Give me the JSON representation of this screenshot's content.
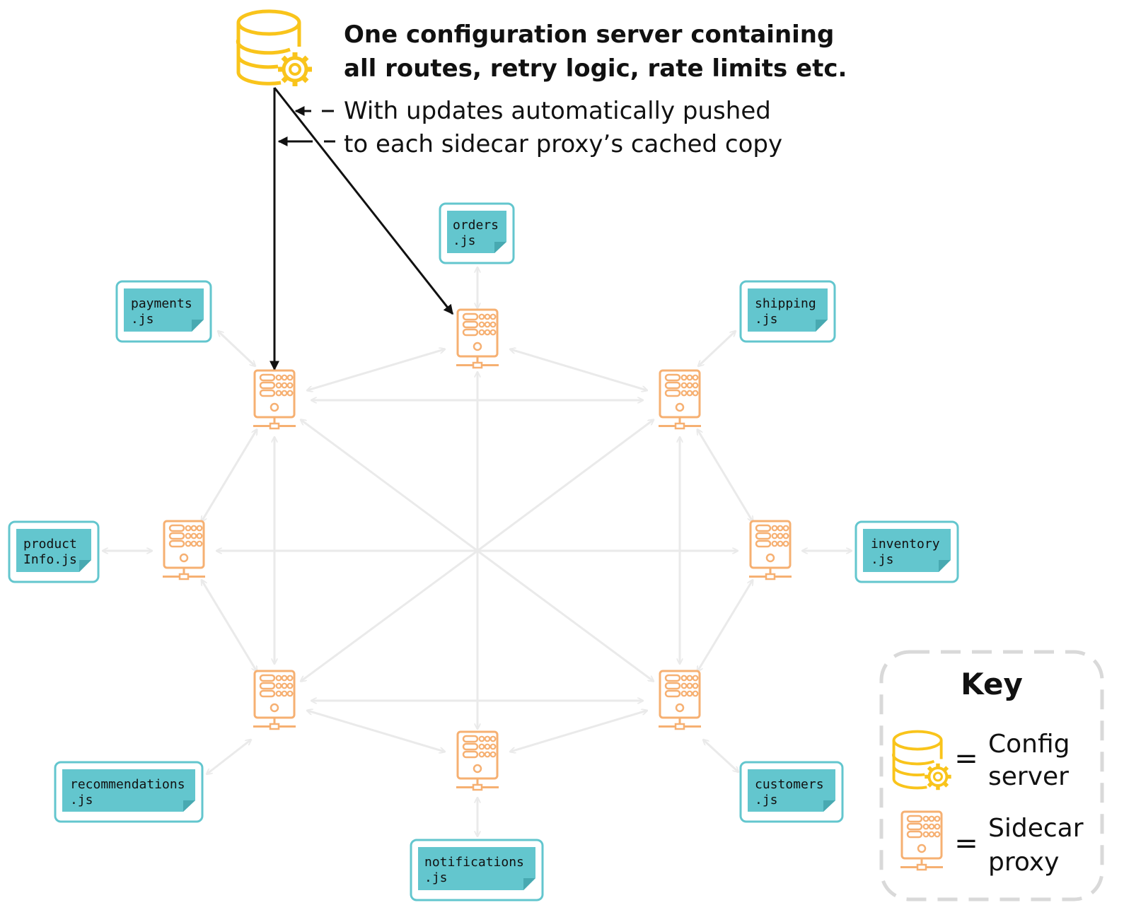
{
  "header": {
    "title_lines": [
      "One configuration server containing",
      "all routes, retry logic, rate limits etc."
    ],
    "subtitle_lines": [
      "With updates automatically pushed",
      "to each sidecar proxy’s cached copy"
    ]
  },
  "services": [
    {
      "id": "orders",
      "lines": [
        "orders",
        ".js"
      ]
    },
    {
      "id": "payments",
      "lines": [
        "payments",
        ".js"
      ]
    },
    {
      "id": "shipping",
      "lines": [
        "shipping",
        ".js"
      ]
    },
    {
      "id": "product-info",
      "lines": [
        "product",
        "Info.js"
      ]
    },
    {
      "id": "inventory",
      "lines": [
        "inventory",
        ".js"
      ]
    },
    {
      "id": "recommendations",
      "lines": [
        "recommendations",
        ".js"
      ]
    },
    {
      "id": "customers",
      "lines": [
        "customers",
        ".js"
      ]
    },
    {
      "id": "notifications",
      "lines": [
        "notifications",
        ".js"
      ]
    }
  ],
  "key": {
    "title": "Key",
    "items": [
      {
        "icon": "config-server-icon",
        "equals": "=",
        "lines": [
          "Config",
          "server"
        ]
      },
      {
        "icon": "sidecar-proxy-icon",
        "equals": "=",
        "lines": [
          "Sidecar",
          "proxy"
        ]
      }
    ]
  },
  "colors": {
    "config_server": "#F9C41B",
    "proxy": "#F6B072",
    "service_fill": "#63C6CE",
    "service_border": "#63C6CE",
    "mesh_line": "#EAEAEA",
    "config_line": "#111111",
    "key_border": "#D9D9D9"
  }
}
